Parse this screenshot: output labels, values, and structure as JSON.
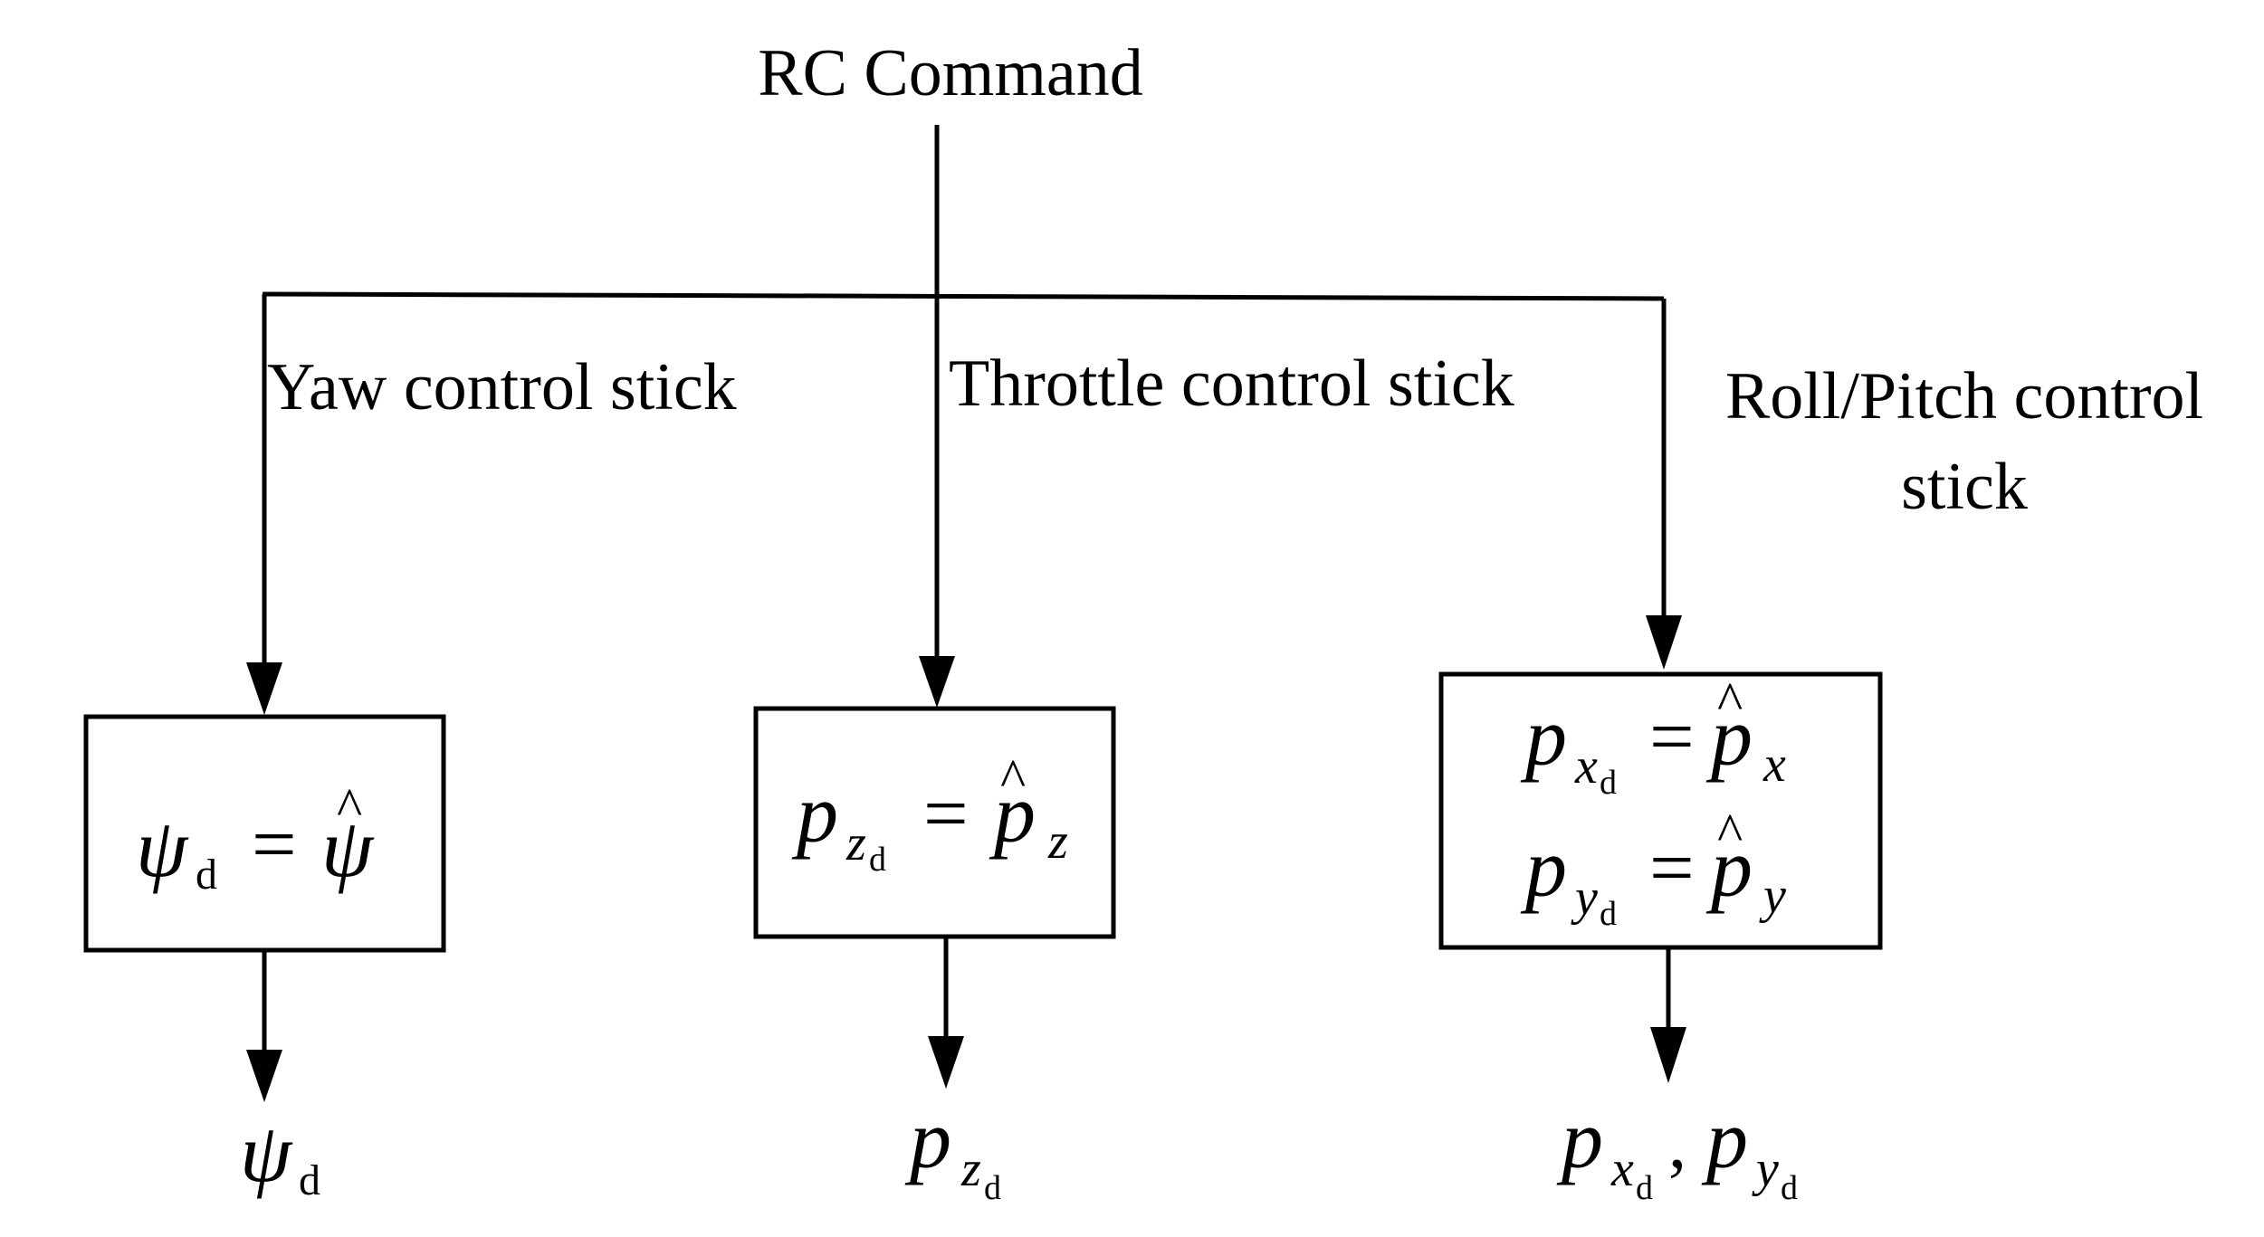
{
  "diagram": {
    "title": "RC Command",
    "branches": [
      {
        "label_lines": [
          "Yaw control stick"
        ],
        "box_lines": [
          "ψd = ψ̂"
        ],
        "output": "ψd"
      },
      {
        "label_lines": [
          "Throttle control stick"
        ],
        "box_lines": [
          "pzd = p̂z"
        ],
        "output": "pzd"
      },
      {
        "label_lines": [
          "Roll/Pitch control",
          "stick"
        ],
        "box_lines": [
          "pxd = p̂x",
          "pyd = p̂y"
        ],
        "output": "pxd, pyd"
      }
    ]
  }
}
